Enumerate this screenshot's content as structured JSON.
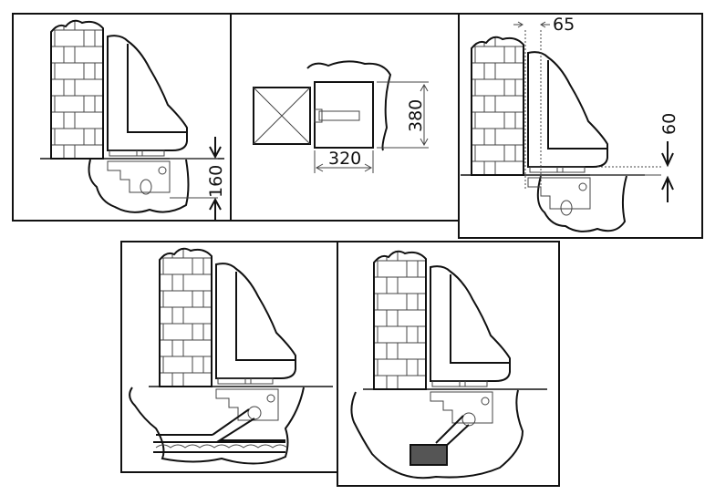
{
  "diagram": {
    "panels": [
      {
        "id": "ground-depth",
        "dimension_label": "160"
      },
      {
        "id": "top-view",
        "width_label": "320",
        "height_label": "380"
      },
      {
        "id": "side-offsets",
        "offset_label": "65",
        "height_label": "60"
      },
      {
        "id": "drainage-pipe"
      },
      {
        "id": "drainage-gravel-pit"
      }
    ]
  }
}
